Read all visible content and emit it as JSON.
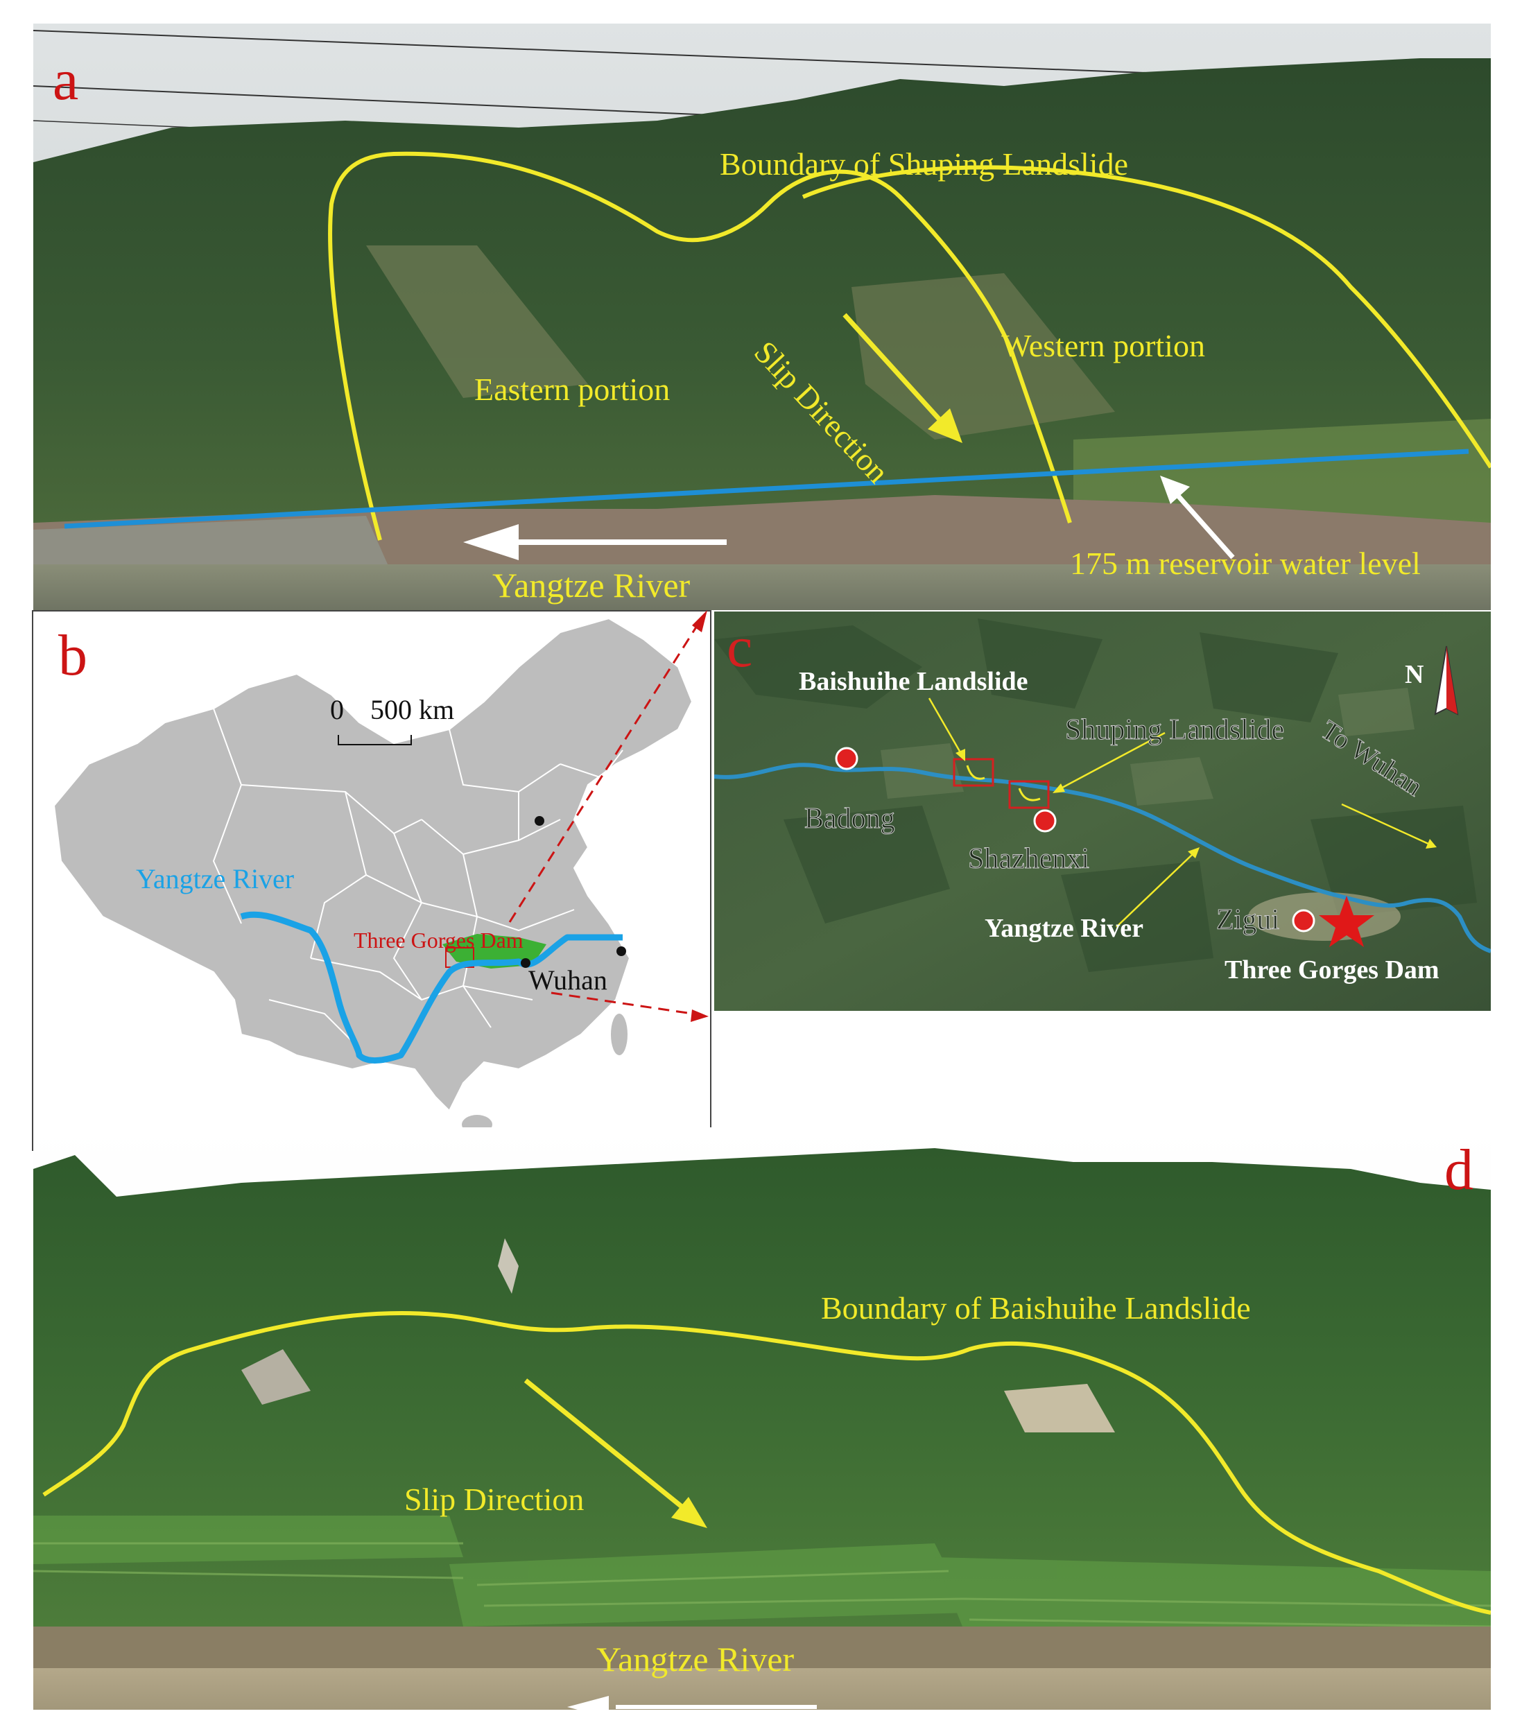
{
  "panel_a": {
    "letter": "a",
    "boundary_label": "Boundary of Shuping Landslide",
    "eastern_label": "Eastern portion",
    "western_label": "Western portion",
    "slip_label": "Slip Direction",
    "river_label": "Yangtze River",
    "water_level_label": "175 m reservoir water level"
  },
  "panel_b": {
    "letter": "b",
    "scale_zero": "0",
    "scale_label": "500 km",
    "river_label": "Yangtze River",
    "dam_label": "Three Gorges Dam",
    "city_label": "Wuhan"
  },
  "panel_c": {
    "letter": "c",
    "north_label": "N",
    "baishuihe_label": "Baishuihe Landslide",
    "shuping_label": "Shuping Landslide",
    "wuhan_label": "To Wuhan",
    "badong_label": "Badong",
    "shazhenxi_label": "Shazhenxi",
    "river_label": "Yangtze River",
    "zigui_label": "Zigui",
    "dam_label": "Three Gorges Dam"
  },
  "panel_d": {
    "letter": "d",
    "boundary_label": "Boundary of Baishuihe Landslide",
    "slip_label": "Slip Direction",
    "river_label": "Yangtze River"
  },
  "colors": {
    "boundary_yellow": "#f2ea2a",
    "water_line_blue": "#1e8fd6",
    "panel_letter_red": "#cc1414",
    "china_fill": "#bdbdbd",
    "river_blue": "#1aa2e6",
    "reservoir_green": "#3cb034"
  }
}
